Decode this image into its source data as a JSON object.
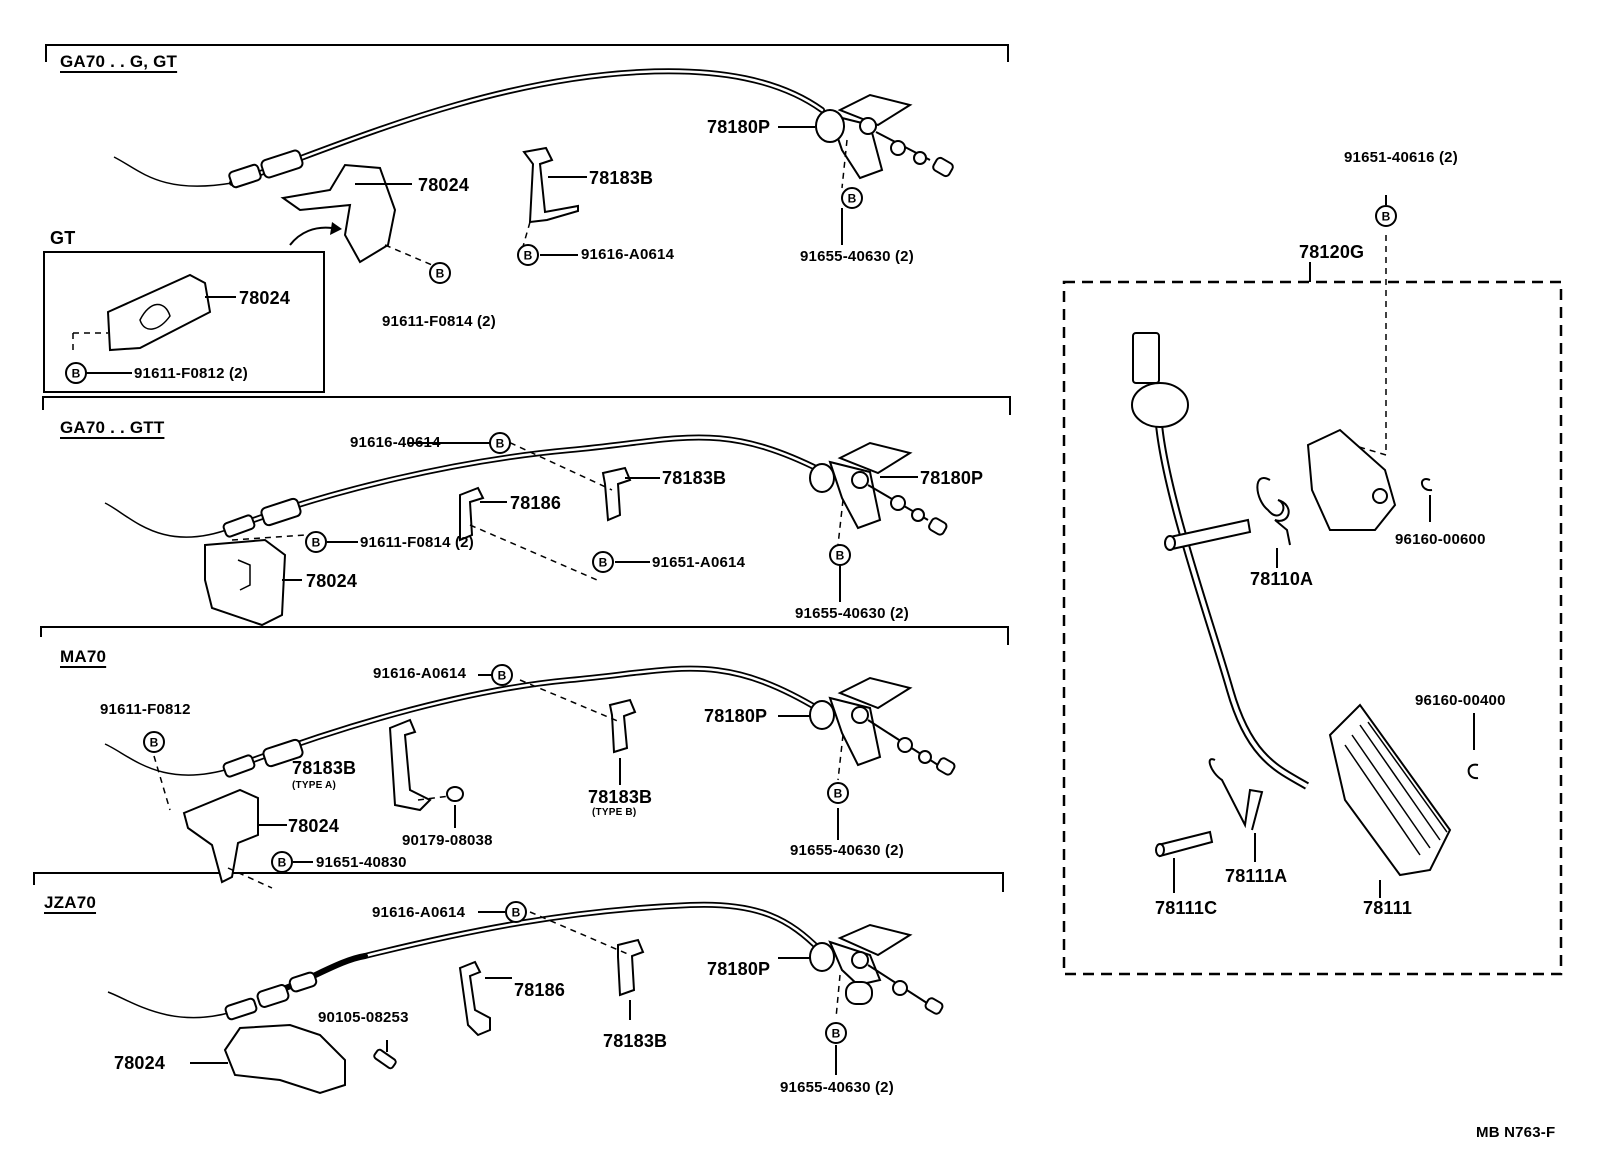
{
  "sections": {
    "ga70_g_gt": {
      "title": "GA70 . . G, GT",
      "labels": [
        "78180P",
        "78024",
        "78183B",
        "91616-A0614",
        "91655-40630 (2)",
        "91611-F0814 (2)"
      ]
    },
    "gt_inset": {
      "title": "GT",
      "labels": [
        "78024",
        "91611-F0812 (2)"
      ]
    },
    "ga70_gtt": {
      "title": "GA70 . . GTT",
      "labels": [
        "91616-40614",
        "78183B",
        "78180P",
        "78186",
        "91611-F0814 (2)",
        "91651-A0614",
        "78024",
        "91655-40630 (2)"
      ]
    },
    "ma70": {
      "title": "MA70",
      "labels": [
        "91616-A0614",
        "78180P",
        "91611-F0812",
        "78183B",
        "(TYPE A)",
        "78183B",
        "(TYPE B)",
        "78024",
        "90179-08038",
        "91651-40830",
        "91655-40630 (2)"
      ]
    },
    "jza70": {
      "title": "JZA70",
      "labels": [
        "91616-A0614",
        "78180P",
        "78186",
        "90105-08253",
        "78024",
        "78183B",
        "91655-40630 (2)"
      ]
    },
    "pedal": {
      "labels": [
        "91651-40616 (2)",
        "78120G",
        "78110A",
        "96160-00600",
        "96160-00400",
        "78111A",
        "78111C",
        "78111"
      ]
    }
  },
  "bolt_marker": "B",
  "footer": "MB N763-F"
}
